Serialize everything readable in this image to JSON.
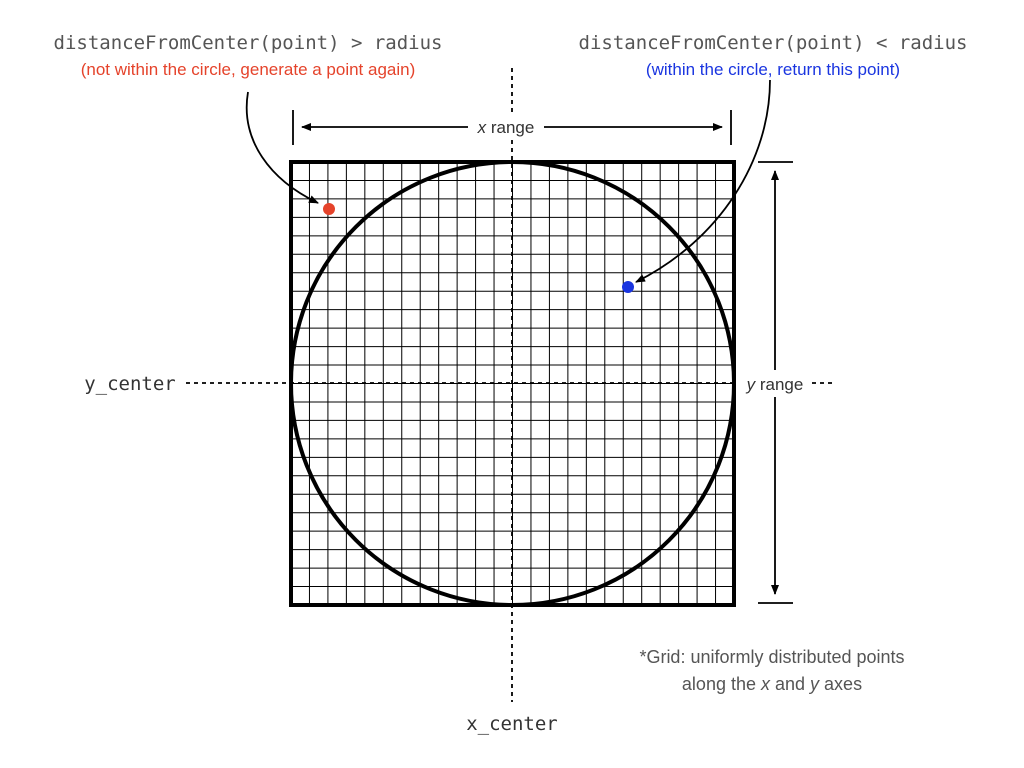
{
  "left_callout": {
    "condition": "distanceFromCenter(point) > radius",
    "explanation": "(not within the circle, generate a point again)"
  },
  "right_callout": {
    "condition": "distanceFromCenter(point) < radius",
    "explanation": "(within the circle, return this point)"
  },
  "x_range": {
    "variable": "x",
    "word": " range"
  },
  "y_range": {
    "variable": "y",
    "word": " range"
  },
  "labels": {
    "y_center": "y_center",
    "x_center": "x_center"
  },
  "footnote": {
    "line1": "*Grid: uniformly distributed points",
    "line2_prefix": "along the ",
    "line2_x": "x",
    "line2_mid": " and ",
    "line2_y": "y",
    "line2_suffix": " axes"
  },
  "colors": {
    "outside_point": "#e5432b",
    "inside_point": "#1a35e0",
    "text_gray": "#555555",
    "stroke": "#000000"
  },
  "grid": {
    "divisions": 24
  }
}
